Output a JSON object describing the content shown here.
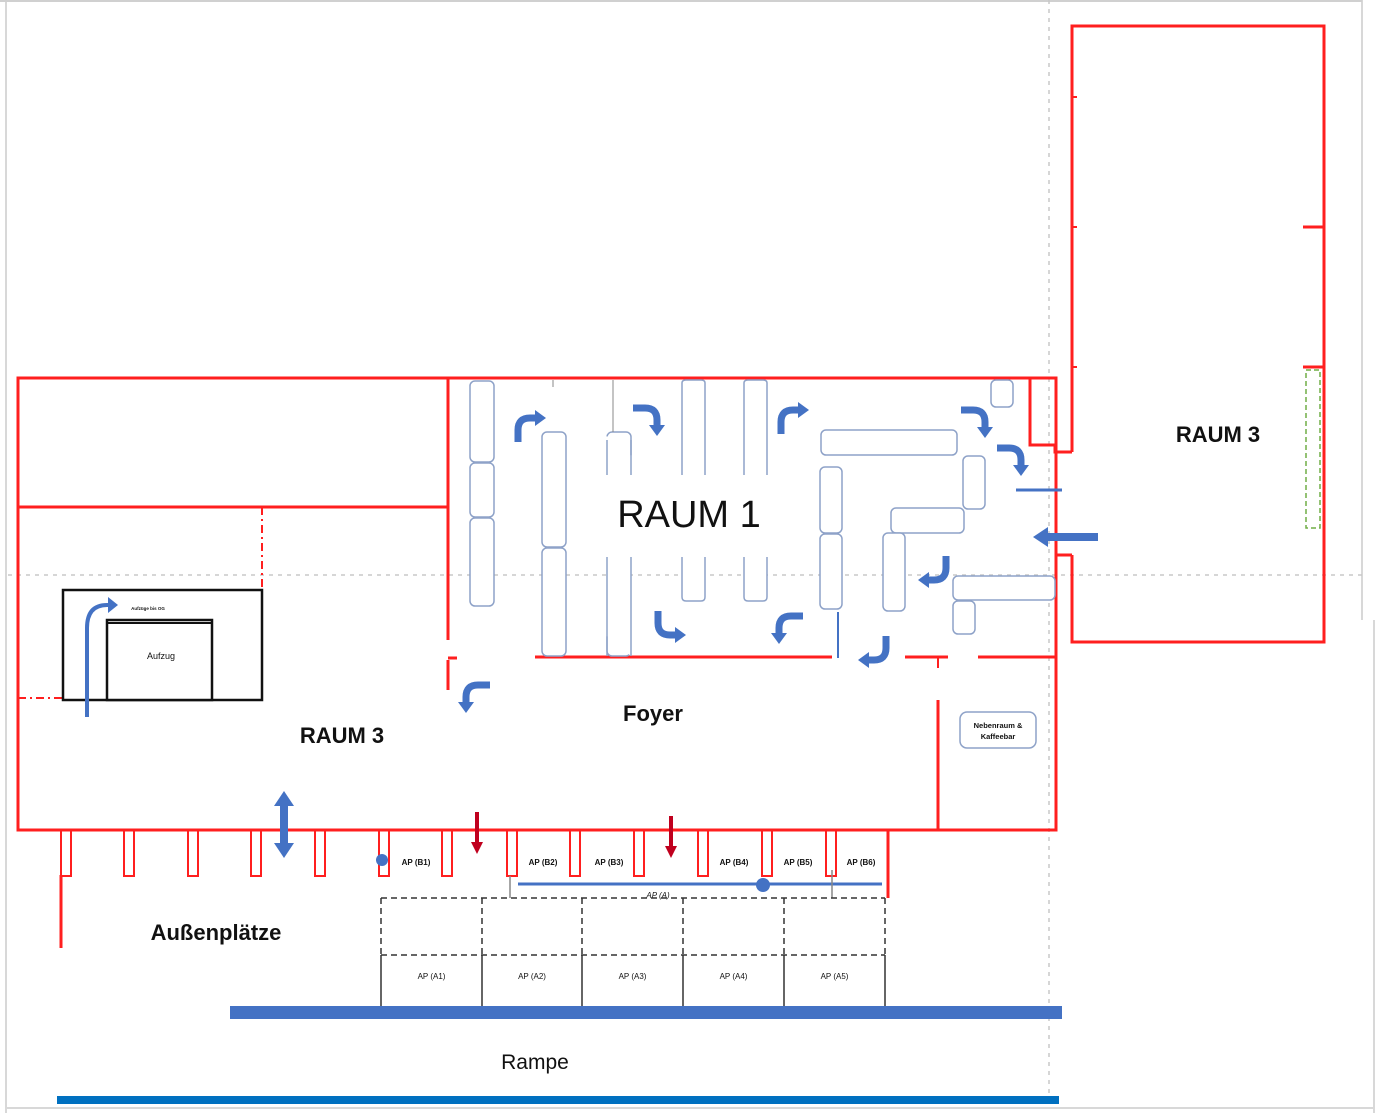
{
  "rooms": {
    "raum1": "RAUM 1",
    "raum3_right": "RAUM 3",
    "raum3_left": "RAUM 3",
    "foyer": "Foyer",
    "aussenplaetze": "Außenplätze",
    "rampe": "Rampe"
  },
  "elevator": {
    "label": "Aufzug",
    "note": "Aufzüge bis OG"
  },
  "side_room": {
    "line1": "Nebenraum &",
    "line2": "Kaffeebar"
  },
  "workstations_b": [
    "AP (B1)",
    "AP (B2)",
    "AP (B3)",
    "AP (B4)",
    "AP (B5)",
    "AP (B6)"
  ],
  "workstations_a": [
    "AP (A1)",
    "AP (A2)",
    "AP (A3)",
    "AP (A4)",
    "AP (A5)"
  ],
  "rail_label": "AP (A)",
  "colors": {
    "wall": "#ff1f1f",
    "arrow": "#4472c4",
    "red_arrow": "#c0001e",
    "ramp": "#4472c4",
    "ramp_bottom": "#0070c0",
    "green_dashed": "#70ad47"
  }
}
